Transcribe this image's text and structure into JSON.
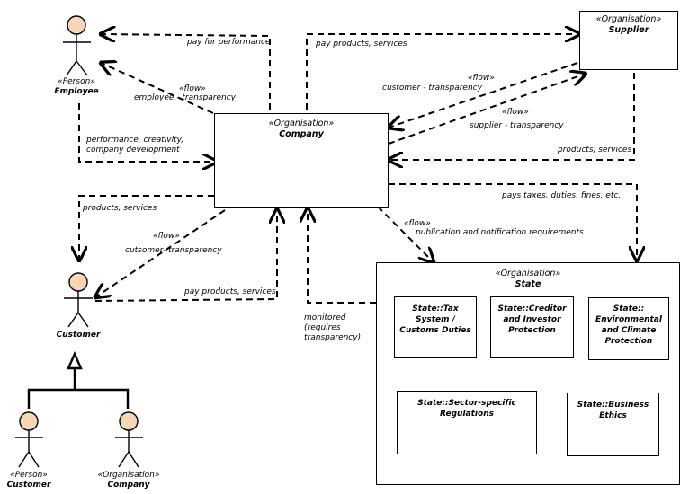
{
  "actors": {
    "employee": {
      "stereotype": "«Person»",
      "name": "Employee"
    },
    "customer": {
      "name": "Customer"
    },
    "person_customer": {
      "stereotype": "«Person»",
      "name": "Customer"
    },
    "org_company": {
      "stereotype": "«Organisation»",
      "name": "Company"
    }
  },
  "boxes": {
    "company": {
      "stereotype": "«Organisation»",
      "name": "Company"
    },
    "supplier": {
      "stereotype": "«Organisation»",
      "name": "Supplier"
    },
    "state": {
      "stereotype": "«Organisation»",
      "name": "State"
    }
  },
  "state_components": {
    "tax": [
      "State::Tax",
      "System /",
      "Customs Duties"
    ],
    "creditor": [
      "State::Creditor",
      "and Investor",
      "Protection"
    ],
    "environment": [
      "State::",
      "Environmental",
      "and Climate",
      "Protection"
    ],
    "sector": [
      "State::Sector-specific",
      "Regulations"
    ],
    "ethics": [
      "State::Business",
      "Ethics"
    ]
  },
  "labels": {
    "pay_for_performance": "pay for performance",
    "flow_employee": "«flow»",
    "employee_transparency": "employee - transparency",
    "performance": [
      "performance, creativity,",
      "company development"
    ],
    "pay_products_services_top": "pay products, services",
    "flow_customer_transparency": "«flow»",
    "customer_transparency": "customer - transparency",
    "flow_supplier": "«flow»",
    "supplier_transparency": "supplier - transparency",
    "products_services_supplier": "products, services",
    "pays_taxes": "pays taxes, duties, fines, etc.",
    "flow_publication": "«flow»",
    "publication": "publication and notification requirements",
    "products_services_customer": "products, services",
    "flow_cutsomer": "«flow»",
    "cutsomer_transparency": "cutsomer- transparency",
    "pay_products_services_customer": "pay products, services",
    "monitored": [
      "monitored",
      "(requires",
      "transparency)"
    ]
  }
}
